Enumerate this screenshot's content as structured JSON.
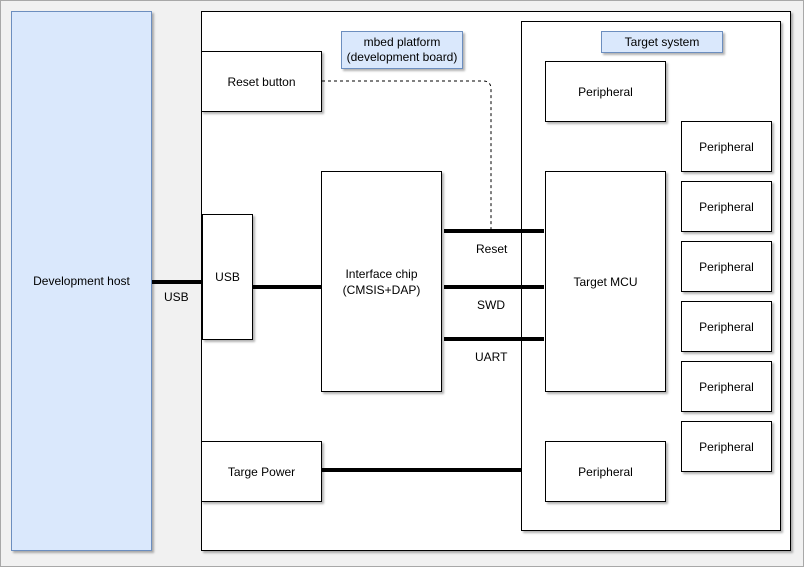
{
  "colors": {
    "canvas_bg": "#f1f1f1",
    "host_fill": "#dae8fc",
    "host_stroke": "#6c8ebf",
    "line": "#000000"
  },
  "host": {
    "label": "Development host"
  },
  "mbed": {
    "title": "mbed platform\n(development board)",
    "reset_button": "Reset button",
    "usb_block": "USB",
    "interface_chip": "Interface chip\n(CMSIS+DAP)",
    "target_power": "Targe Power"
  },
  "links": {
    "host_usb": "USB",
    "reset": "Reset",
    "swd": "SWD",
    "uart": "UART"
  },
  "target": {
    "title": "Target system",
    "mcu": "Target MCU",
    "peripherals": [
      "Peripheral",
      "Peripheral",
      "Peripheral",
      "Peripheral",
      "Peripheral",
      "Peripheral",
      "Peripheral",
      "Peripheral"
    ]
  }
}
